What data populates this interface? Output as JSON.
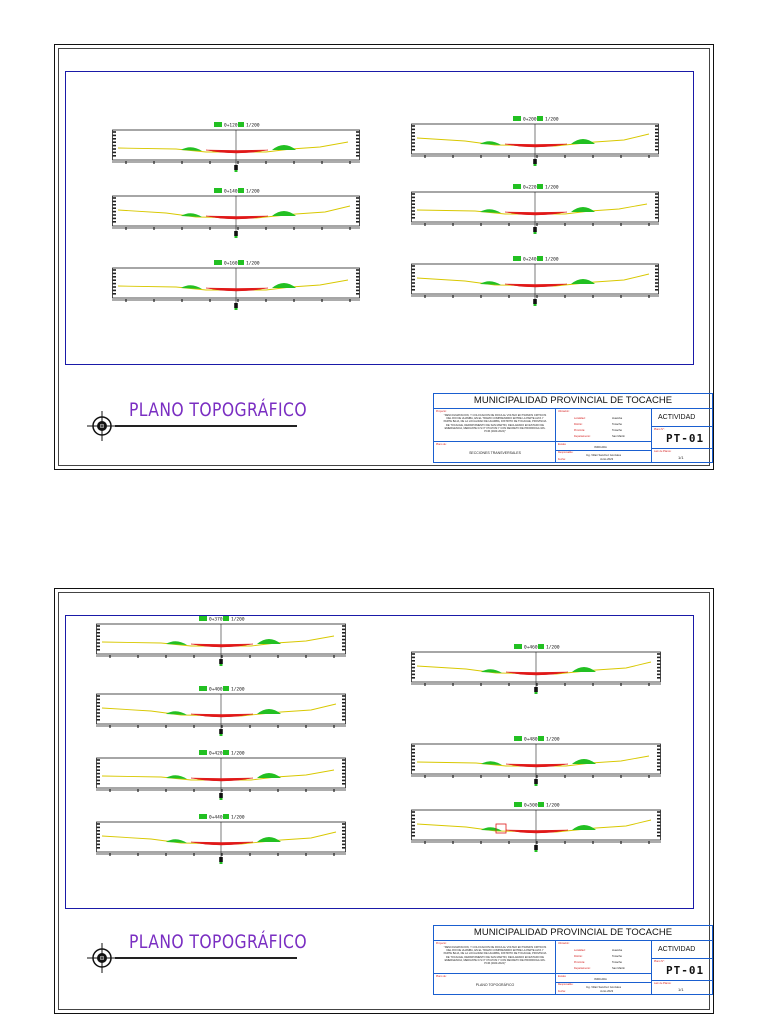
{
  "sheets": [
    {
      "plano_title": "PLANO TOPOGRÁFICO",
      "municipality": "MUNICIPALIDAD PROVINCIAL DE TOCACHE",
      "project_label": "Proyecto:",
      "project_text": "\"DESCOLMATACION, Y COLOCACION DE ROCA AL VOLTEO EN TRAMOS CRITICOS DEL RIO DE HUAMBA, EN EL TRAMO COMPRENDIDO ENTRE LA PARTE ALTA Y PARTE BAJA, DE LA LOCALIDAD DE HUAMBA, DISTRITO DE TOCACHE, PROVINCIA DE TOCACHE, DEPARTAMENTO DE SAN MARTIN, DECLARADO EN ESTADO DE EMERGENCIA, MEDIANTE D.S N° 073-PCM Y CON DECRETO DE PRORROGA 106-PCM (2023-2024)\"",
      "plano_label": "Plano de:",
      "plano_name": "SECCIONES TRANSVERSALES",
      "ubicacion_label": "Ubicación:",
      "localidad_label": "Localidad:",
      "localidad": "Huamba",
      "distrito_label": "Distrito:",
      "distrito": "Tocache",
      "provincia_label": "Provincia:",
      "provincia": "Tocache",
      "departamento_label": "Departamento:",
      "departamento": "San Martin",
      "escala_label": "Escala:",
      "escala": "INDICADA",
      "responsable_label": "Responsable:",
      "responsable": "Ing. Villari Sanchez Gonzales",
      "fecha_label": "Fecha:",
      "fecha": "Junio 2023",
      "actividad": "ACTIVIDAD",
      "plano_no_label": "Plano N°:",
      "plano_no": "PT-01",
      "hoja_label": "Lam de Planos:",
      "hoja": "1/1",
      "section_labels": [
        "0+120",
        "0+140",
        "0+160",
        "0+200",
        "0+220",
        "0+240"
      ],
      "scale_label": "1/200"
    },
    {
      "plano_title": "PLANO TOPOGRÁFICO",
      "municipality": "MUNICIPALIDAD PROVINCIAL DE TOCACHE",
      "project_label": "Proyecto:",
      "project_text": "\"DESCOLMATACION, Y COLOCACION DE ROCA AL VOLTEO EN TRAMOS CRITICOS DEL RIO DE HUAMBA, EN EL TRAMO COMPRENDIDO ENTRE LA PARTE ALTA Y PARTE BAJA, DE LA LOCALIDAD DE HUAMBA, DISTRITO DE TOCACHE, PROVINCIA DE TOCACHE, DEPARTAMENTO DE SAN MARTIN, DECLARADO EN ESTADO DE EMERGENCIA, MEDIANTE D.S N° 073-PCM Y CON DECRETO DE PRORROGA 106-PCM (2023-2024)\"",
      "plano_label": "Plano de:",
      "plano_name": "PLANO TOPOGRÁFICO",
      "ubicacion_label": "Ubicación:",
      "localidad_label": "Localidad:",
      "localidad": "Huamba",
      "distrito_label": "Distrito:",
      "distrito": "Tocache",
      "provincia_label": "Provincia:",
      "provincia": "Tocache",
      "departamento_label": "Departamento:",
      "departamento": "San Martin",
      "escala_label": "Escala:",
      "escala": "INDICADA",
      "responsable_label": "Responsable:",
      "responsable": "Ing. Villari Sanchez Gonzales",
      "fecha_label": "Fecha:",
      "fecha": "Junio 2023",
      "actividad": "ACTIVIDAD",
      "plano_no_label": "Plano N°:",
      "plano_no": "PT-01",
      "hoja_label": "Lam de Planos:",
      "hoja": "1/1",
      "section_labels": [
        "0+370",
        "0+400",
        "0+420",
        "0+440",
        "0+460",
        "0+480",
        "0+500"
      ],
      "scale_label": "1/200"
    }
  ],
  "colors": {
    "terrain": "#d8c800",
    "cut": "#e01818",
    "fill": "#22c022",
    "frame": "#1a1aa8",
    "titlebox": "#1a5fd0",
    "title": "#7a2ec2"
  }
}
